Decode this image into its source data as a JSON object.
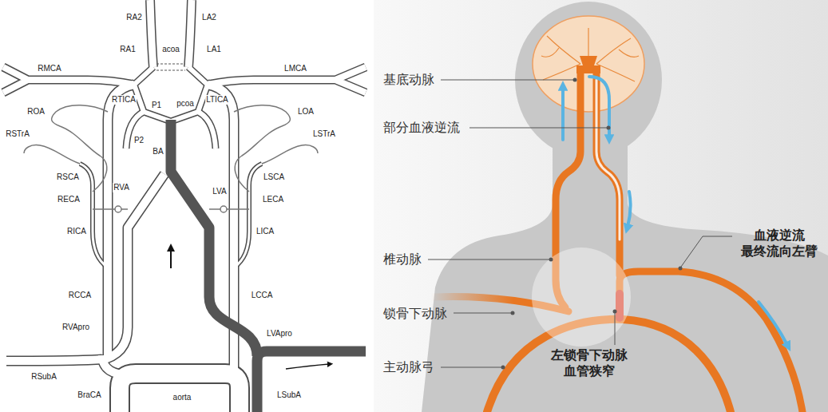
{
  "diagram": {
    "labels": [
      "RA2",
      "LA2",
      "acoa",
      "RA1",
      "LA1",
      "RMCA",
      "LMCA",
      "RTICA",
      "P1",
      "pcoa",
      "LTICA",
      "ROA",
      "LOA",
      "RSTrA",
      "LSTrA",
      "P2",
      "BA",
      "RSCA",
      "LSCA",
      "RVA",
      "LVA",
      "RECA",
      "LECA",
      "RICA",
      "LICA",
      "RCCA",
      "LCCA",
      "RVApro",
      "LVApro",
      "RSubA",
      "BraCA",
      "aorta",
      "LSubA",
      "基底动脉",
      "部分血液逆流",
      "椎动脉",
      "血液逆流 最终流向左臂",
      "锁骨下动脉",
      "主动脉弓",
      "左锁骨下动脉 血管狭窄"
    ]
  }
}
